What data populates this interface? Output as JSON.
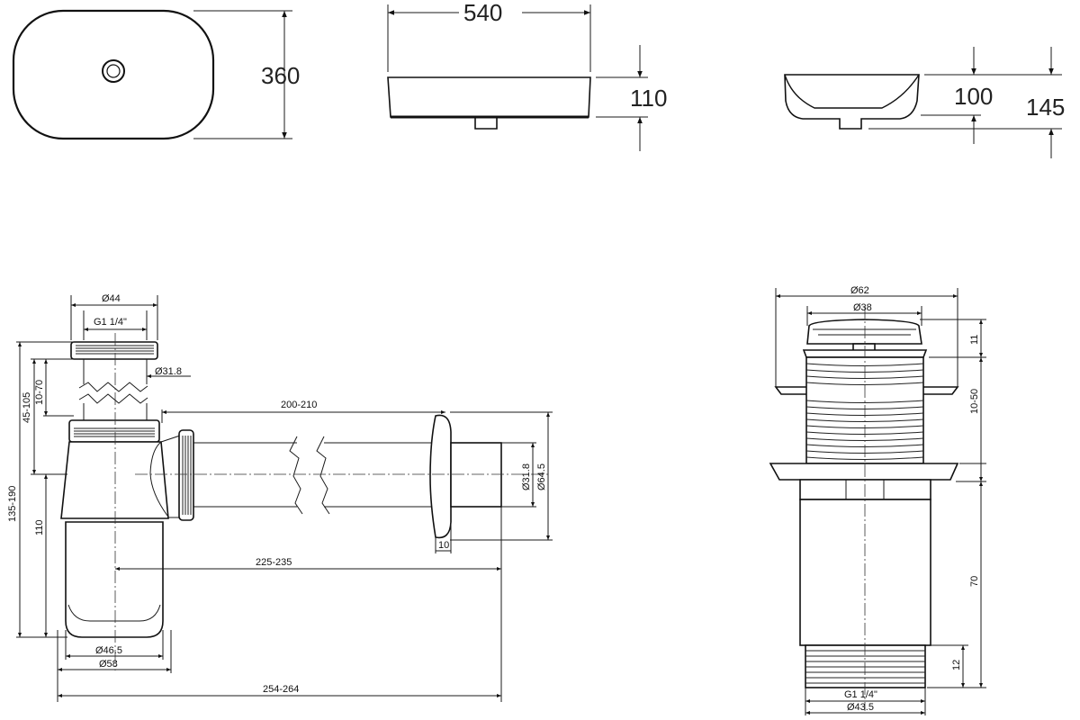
{
  "basin": {
    "width": "540",
    "depth": "360",
    "height_front": "110",
    "inner_depth": "100",
    "total_height": "145"
  },
  "siphon": {
    "top_diameter": "Ø44",
    "top_thread": "G1 1/4\"",
    "pipe_diameter": "Ø31.8",
    "adjust_range": "10-70",
    "upper_offset": "45-105",
    "total_height": "135-190",
    "body_height": "110",
    "outlet_length": "200-210",
    "wall_pipe_diameter": "Ø31.8",
    "flange_diameter": "Ø64.5",
    "flange_thickness": "10",
    "axis_distance": "225-235",
    "cup_inner_diameter": "Ø46.5",
    "cup_outer_diameter": "Ø58",
    "overall_length": "254-264"
  },
  "drain": {
    "cap_diameter": "Ø62",
    "cap_inner_diameter": "Ø38",
    "cap_height": "11",
    "clamp_range": "10-50",
    "body_length": "70",
    "thread_length": "12",
    "bottom_thread": "G1 1/4\"",
    "bottom_diameter": "Ø43.5"
  }
}
